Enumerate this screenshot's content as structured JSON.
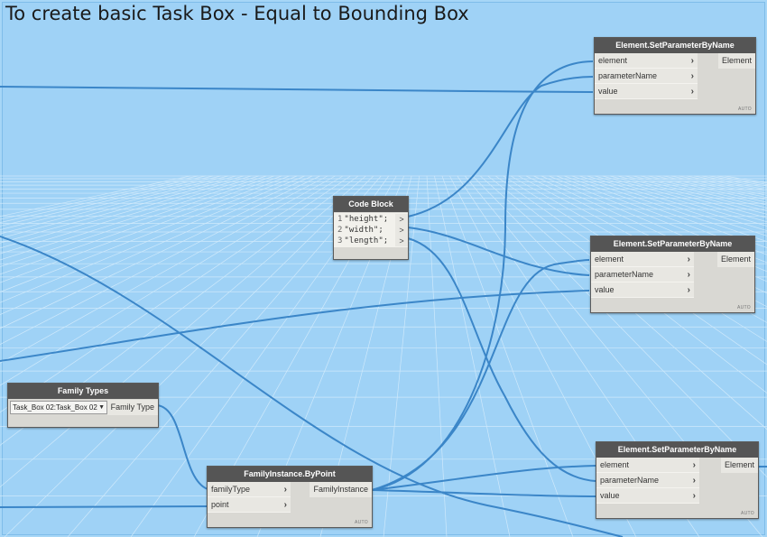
{
  "group": {
    "title": "To create basic Task Box - Equal to Bounding Box"
  },
  "colors": {
    "background": "#9fd2f6",
    "wire": "#3b86c8",
    "node_header": "#555555",
    "node_body": "#d9d8d3"
  },
  "nodes": {
    "set_param_1": {
      "title": "Element.SetParameterByName",
      "inputs": [
        "element",
        "parameterName",
        "value"
      ],
      "output": "Element",
      "lacing": "AUTO"
    },
    "set_param_2": {
      "title": "Element.SetParameterByName",
      "inputs": [
        "element",
        "parameterName",
        "value"
      ],
      "output": "Element",
      "lacing": "AUTO"
    },
    "set_param_3": {
      "title": "Element.SetParameterByName",
      "inputs": [
        "element",
        "parameterName",
        "value"
      ],
      "output": "Element",
      "lacing": "AUTO"
    },
    "code_block": {
      "title": "Code Block",
      "lines": [
        {
          "num": "1",
          "text": "\"height\";"
        },
        {
          "num": "2",
          "text": "\"width\";"
        },
        {
          "num": "3",
          "text": "\"length\";"
        }
      ],
      "port_glyph": ">"
    },
    "family_types": {
      "title": "Family Types",
      "selected": "Task_Box 02:Task_Box 02",
      "output": "Family Type"
    },
    "family_instance": {
      "title": "FamilyInstance.ByPoint",
      "inputs": [
        "familyType",
        "point"
      ],
      "output": "FamilyInstance",
      "lacing": "AUTO"
    }
  }
}
